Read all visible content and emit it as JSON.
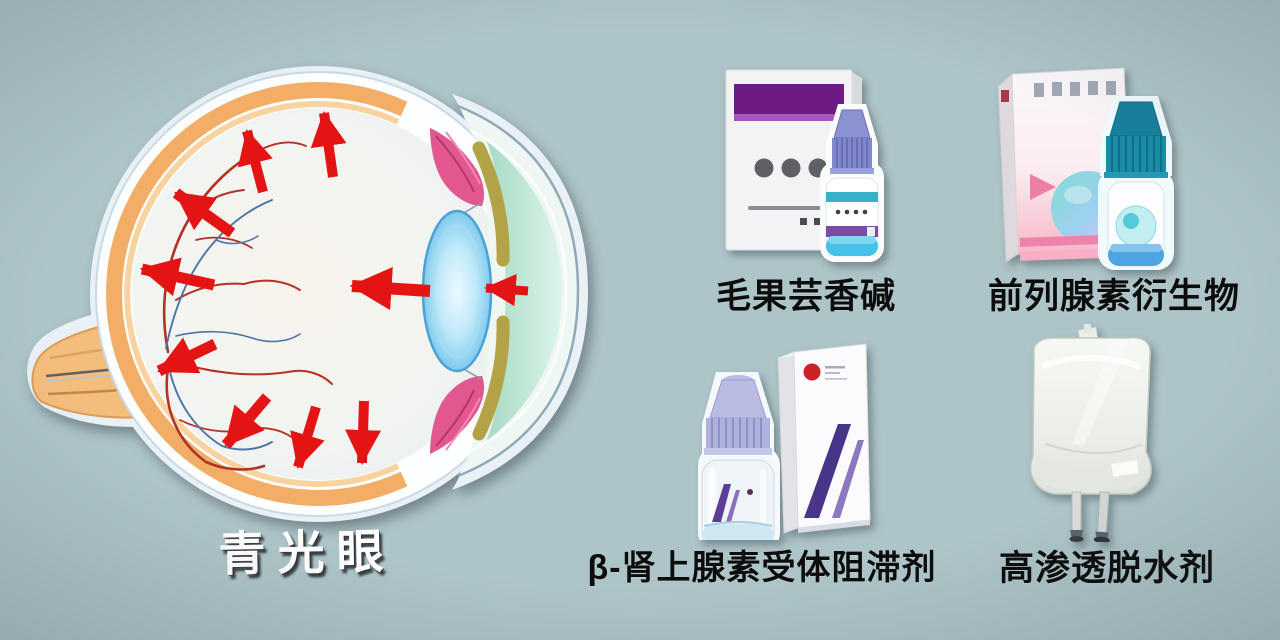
{
  "diagram": {
    "label": "青光眼",
    "description_icon": "eye-cross-section-with-outward-pressure-arrows"
  },
  "medications": [
    {
      "name": "pilocarpine",
      "label": "毛果芸香碱",
      "illustration_icon": "eye-drop-bottle-with-box"
    },
    {
      "name": "prostaglandin-derivative",
      "label": "前列腺素衍生物",
      "illustration_icon": "eye-drop-bottle-with-box"
    },
    {
      "name": "beta-adrenergic-receptor-blocker",
      "label": "β-肾上腺素受体阻滞剂",
      "illustration_icon": "eye-drop-bottle-with-box"
    },
    {
      "name": "hyperosmotic-dehydrant",
      "label": "高渗透脱水剂",
      "illustration_icon": "iv-infusion-bag"
    }
  ],
  "colors": {
    "background": "#adc4c8",
    "pressure_arrow": "#e41414",
    "choroid_orange": "#f2ae66",
    "lens_blue": "#5fb9e6",
    "ciliary_pink": "#e2578f",
    "label_text": "#0c0c0c",
    "diagram_label_text": "#ffffff"
  }
}
